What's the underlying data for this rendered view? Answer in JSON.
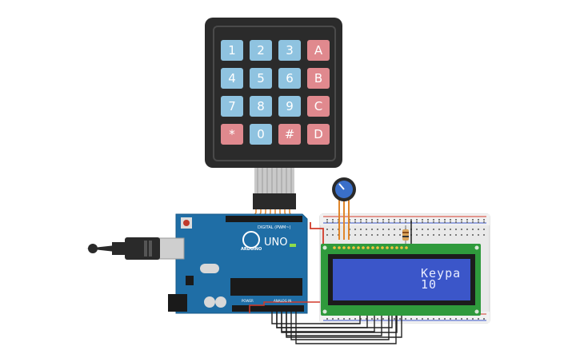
{
  "keypad": {
    "keys": [
      {
        "label": "1",
        "kind": "num"
      },
      {
        "label": "2",
        "kind": "num"
      },
      {
        "label": "3",
        "kind": "num"
      },
      {
        "label": "A",
        "kind": "let"
      },
      {
        "label": "4",
        "kind": "num"
      },
      {
        "label": "5",
        "kind": "num"
      },
      {
        "label": "6",
        "kind": "num"
      },
      {
        "label": "B",
        "kind": "let"
      },
      {
        "label": "7",
        "kind": "num"
      },
      {
        "label": "8",
        "kind": "num"
      },
      {
        "label": "9",
        "kind": "num"
      },
      {
        "label": "C",
        "kind": "let"
      },
      {
        "label": "*",
        "kind": "let"
      },
      {
        "label": "0",
        "kind": "num"
      },
      {
        "label": "#",
        "kind": "let"
      },
      {
        "label": "D",
        "kind": "let"
      }
    ]
  },
  "arduino": {
    "model": "UNO",
    "brand": "ARDUINO",
    "digital_label": "DIGITAL (PWM~)",
    "power_label": "POWER",
    "analog_label": "ANALOG IN"
  },
  "lcd": {
    "line1": "Keypa",
    "line2": "10"
  },
  "colors": {
    "board": "#1f6ea6",
    "lcd_screen": "#3b56c9",
    "lcd_pcb": "#2f9a3c",
    "key_number": "#8fc3e0",
    "key_letter": "#e0898e",
    "wire_red": "#d23a2a",
    "wire_orange": "#e0862b",
    "wire_black": "#222222"
  }
}
